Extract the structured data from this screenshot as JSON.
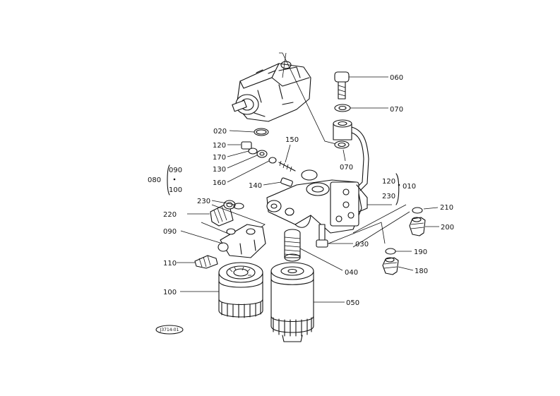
{
  "callouts": {
    "p060": "060",
    "p070a": "070",
    "p020": "020",
    "p070b": "070",
    "p150": "150",
    "p120": "120",
    "p170": "170",
    "p130": "130",
    "p160": "160",
    "p140": "140",
    "p080": "080",
    "p090a": "090",
    "p100a": "100",
    "p120b": "120",
    "p230b": "230",
    "p010": "010",
    "p230": "230",
    "p210": "210",
    "p220": "220",
    "p200": "200",
    "p090": "090",
    "p030": "030",
    "p190": "190",
    "p110": "110",
    "p180": "180",
    "p040": "040",
    "p100": "100",
    "p050": "050"
  },
  "drawing_code": "J3714-01"
}
